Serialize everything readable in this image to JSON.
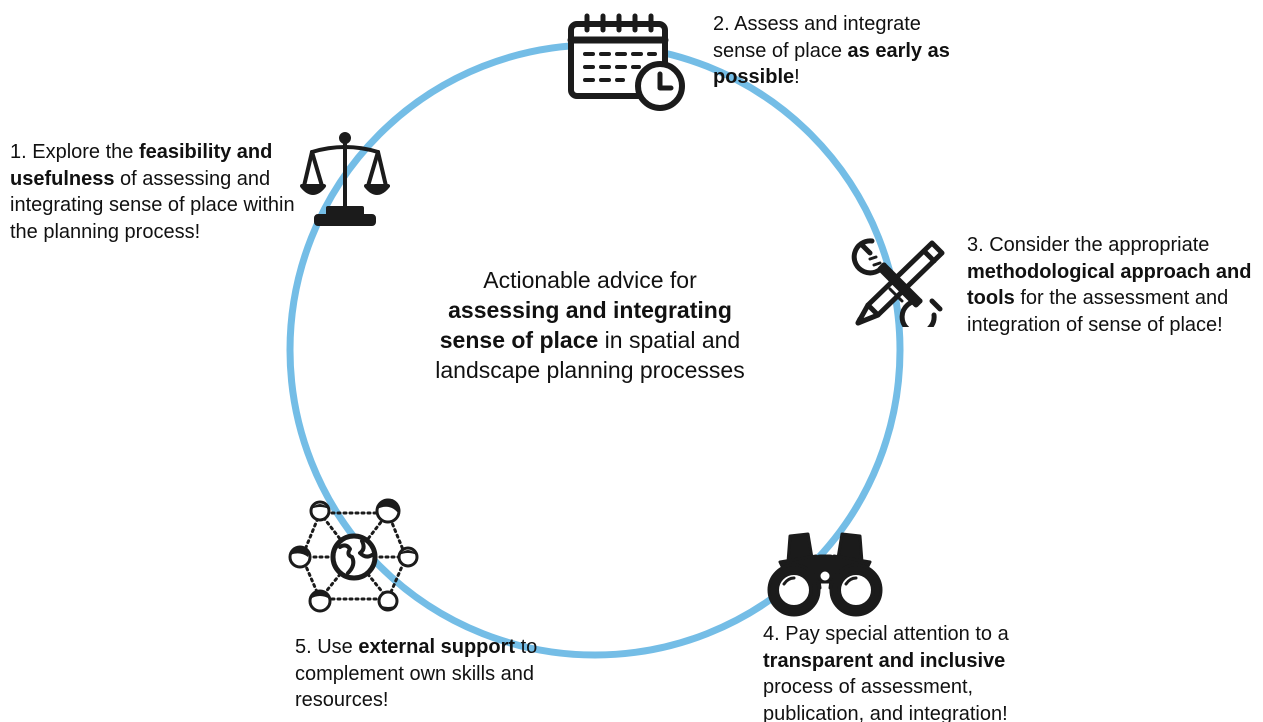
{
  "colors": {
    "circle": "#74bde6",
    "ink": "#1b1b1b"
  },
  "center": {
    "line1": "Actionable advice for",
    "bold": "assessing and integrating sense of place",
    "rest": " in spatial and landscape planning processes"
  },
  "steps": [
    {
      "icon": "scales-icon",
      "prefix": "1. Explore the ",
      "bold": "feasibility and usefulness",
      "suffix": " of assessing and integrating sense of place within the planning process!"
    },
    {
      "icon": "calendar-clock-icon",
      "prefix": "2. Assess and integrate sense of place ",
      "bold": "as early as possible",
      "suffix": "!"
    },
    {
      "icon": "wrench-pencil-icon",
      "prefix": "3. Consider the appropriate ",
      "bold": "methodological approach and tools",
      "suffix": " for the assessment and integration of sense of place!"
    },
    {
      "icon": "binoculars-icon",
      "prefix": "4. Pay special attention to a ",
      "bold": "transparent and inclusive",
      "suffix": " process of assessment, publication, and integration!"
    },
    {
      "icon": "network-globe-icon",
      "prefix": "5. Use ",
      "bold": "external support",
      "suffix": " to complement own skills and resources!"
    }
  ]
}
